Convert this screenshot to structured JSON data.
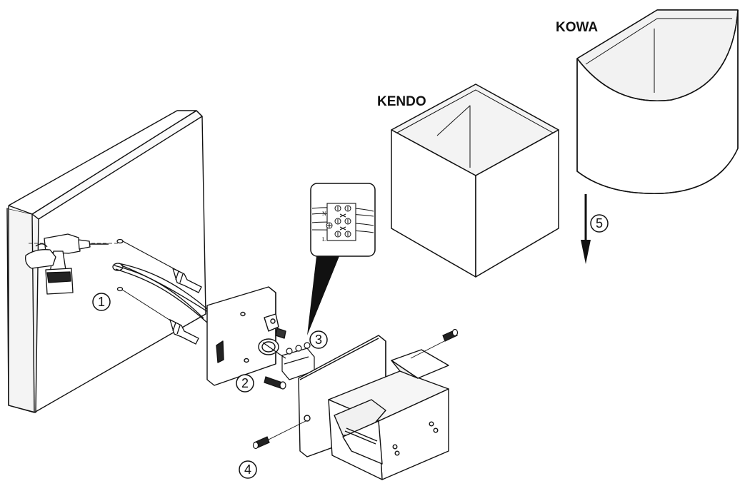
{
  "labels": {
    "kendo": "KENDO",
    "kowa": "KOWA"
  },
  "steps": [
    "1",
    "2",
    "3",
    "4",
    "5"
  ],
  "terminal": {
    "n": "N",
    "l": "L"
  },
  "colors": {
    "line": "#111111",
    "shade": "#eeeeee",
    "background": "#ffffff"
  }
}
